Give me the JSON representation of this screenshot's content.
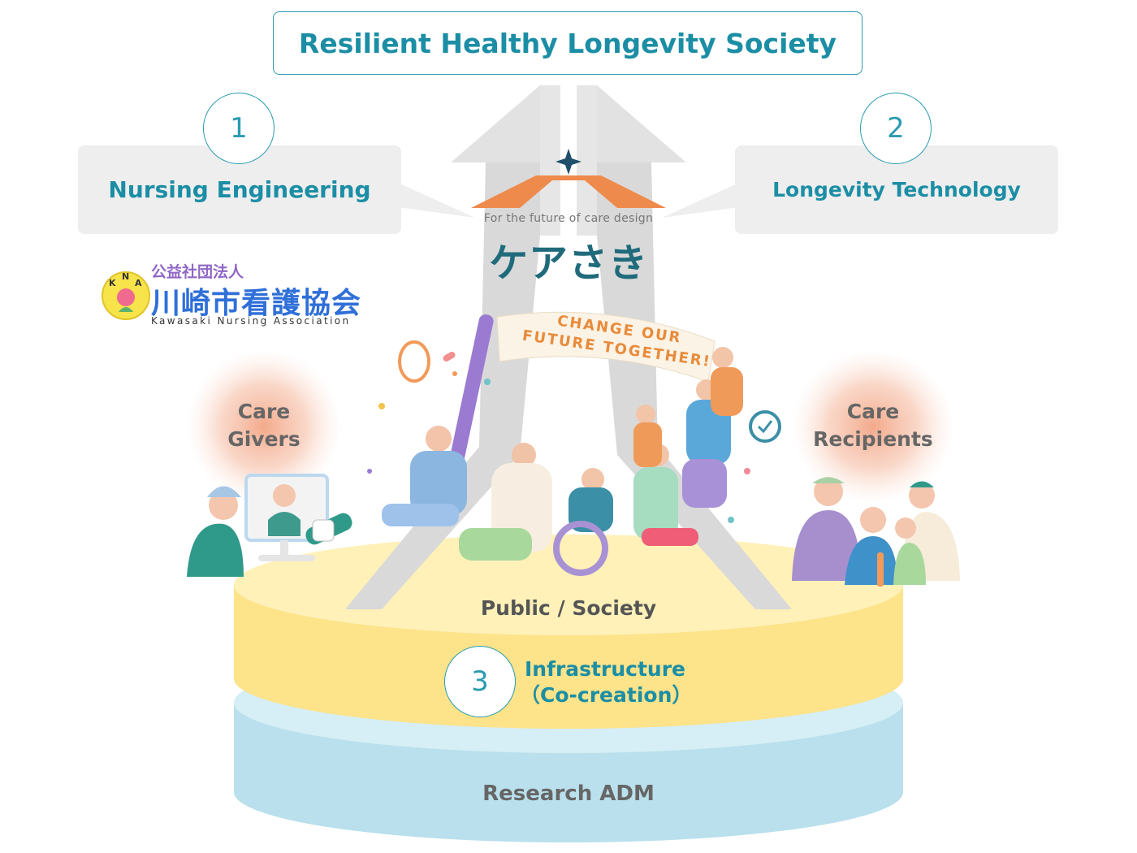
{
  "top_goal": "Resilient Healthy Longevity Society",
  "pillars": [
    {
      "number": "1",
      "label": "Nursing Engineering"
    },
    {
      "number": "2",
      "label": "Longevity Technology"
    },
    {
      "number": "3",
      "label": "Infrastructure",
      "sublabel": "（Co-creation）"
    }
  ],
  "logo": {
    "tagline": "For the future of care design",
    "name": "ケアさき"
  },
  "association": {
    "org_type": "公益社団法人",
    "name_jp": "川崎市看護協会",
    "name_en": "Kawasaki Nursing Association",
    "badge_letters": [
      "K",
      "N",
      "A"
    ]
  },
  "banner": {
    "line1": "CHANGE OUR",
    "line2": "FUTURE TOGETHER!"
  },
  "actors": {
    "care_givers": {
      "line1": "Care",
      "line2": "Givers"
    },
    "care_recipients": {
      "line1": "Care",
      "line2": "Recipients"
    }
  },
  "layers": {
    "public": "Public / Society",
    "research": "Research ADM"
  },
  "colors": {
    "accent": "#1b8ea5",
    "arrow": "#dcdcdc",
    "logo_orange": "#ee8a4c",
    "public_layer": "#fde89a",
    "research_layer": "#b9e0ec",
    "glow": "#f4a988"
  }
}
